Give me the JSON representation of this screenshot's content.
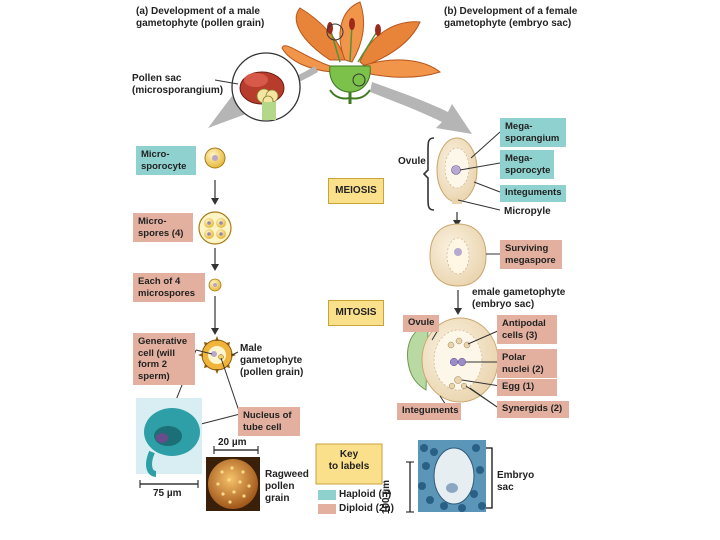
{
  "headers": {
    "male": "(a) Development of a male\ngametophyte (pollen grain)",
    "female": "(b) Development of a female\ngametophyte (embryo sac)"
  },
  "labels": {
    "pollen_sac": "Pollen sac\n(microsporangium)",
    "microsporocyte": "Micro-\nsporocyte",
    "microspores": "Micro-\nspores (4)",
    "each_microspore": "Each of 4\nmicrospores",
    "generative_cell": "Generative\ncell (will\nform 2\nsperm)",
    "male_gametophyte": "Male\ngametophyte\n(pollen grain)",
    "nucleus_tube": "Nucleus of\ntube cell",
    "scale_20": "20 µm",
    "scale_75": "75 µm",
    "ragweed": "Ragweed\npollen\ngrain",
    "ovule_top": "Ovule",
    "megasporangium": "Mega-\nsporangium",
    "megasporocyte": "Mega-\nsporocyte",
    "integuments_top": "Integuments",
    "micropyle": "Micropyle",
    "surviving": "Surviving\nmegaspore",
    "female_gametophyte": "emale gametophyte\n(embryo sac)",
    "ovule_bottom": "Ovule",
    "antipodal": "Antipodal\ncells (3)",
    "polar": "Polar\nnuclei (2)",
    "egg": "Egg (1)",
    "integuments_bottom": "Integuments",
    "synergids": "Synergids (2)",
    "embryo_sac": "Embryo\nsac",
    "scale_100": "100 µm"
  },
  "phases": {
    "meiosis": "MEIOSIS",
    "mitosis": "MITOSIS"
  },
  "key": {
    "title": "Key\nto labels",
    "haploid": "Haploid (n)",
    "diploid": "Diploid (2n)"
  },
  "colors": {
    "haploid": "#8fd1cf",
    "diploid": "#e3b09f",
    "phase_box": "#fbe08c",
    "arrow_gray": "#b5b5b5",
    "petal": "#e8843a"
  }
}
